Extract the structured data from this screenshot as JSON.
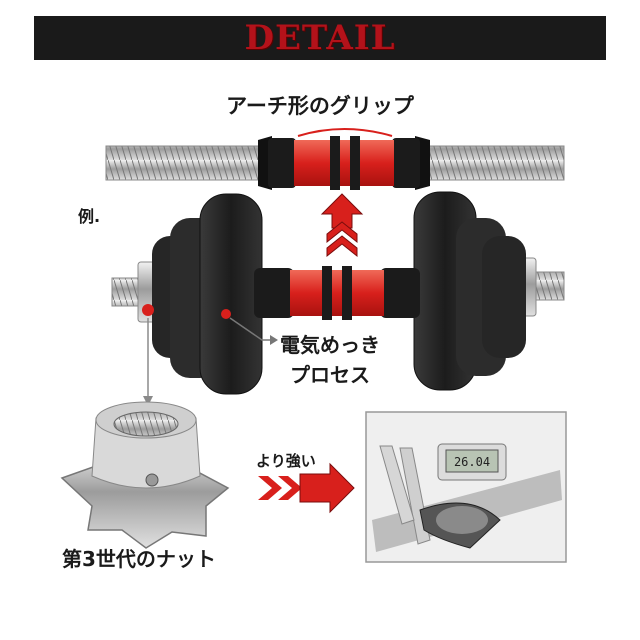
{
  "banner": {
    "title": "DETAIL"
  },
  "labels": {
    "grip": "アーチ形のグリップ",
    "example": "例.",
    "plating_line1": "電気めっき",
    "plating_line2": "プロセス",
    "stronger": "より強い",
    "nut": "第3世代のナット",
    "caliper_reading": "26.04"
  },
  "colors": {
    "banner_bg": "#1a1a1a",
    "banner_text": "#b3121a",
    "accent_red": "#d8201c",
    "grip_red": "#e8483a",
    "plate_dark": "#2a2a2a",
    "chrome": "#c9c9c9"
  },
  "icons": [
    "up-arrow-icon",
    "right-arrow-icon",
    "chevron-icon"
  ]
}
